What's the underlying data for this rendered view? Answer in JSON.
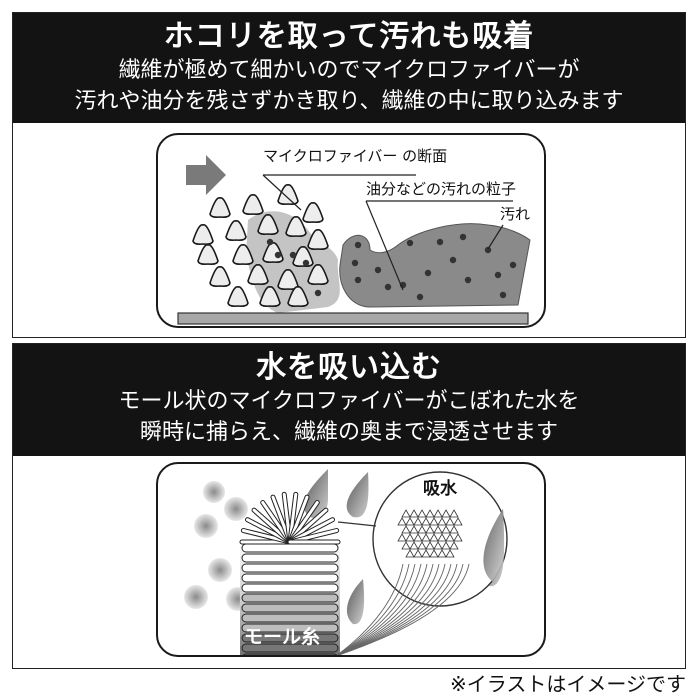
{
  "section1": {
    "title": "ホコリを取って汚れも吸着",
    "subtitle_line1": "繊維が極めて細かいのでマイクロファイバーが",
    "subtitle_line2": "汚れや油分を残さずかき取り、繊維の中に取り込みます",
    "illustration": {
      "label_fiber_cross_section": "マイクロファイバー の断面",
      "label_oil_particles": "油分などの汚れの粒子",
      "label_dirt": "汚れ",
      "arrow_icon": "right-arrow-icon"
    }
  },
  "section2": {
    "title": "水を吸い込む",
    "subtitle_line1": "モール状のマイクロファイバーがこぼれた水を",
    "subtitle_line2": "瞬時に捕らえ、繊維の奥まで浸透させます",
    "illustration": {
      "label_absorb": "吸水",
      "label_chenille_yarn": "モール糸"
    }
  },
  "footer_note": "※イラストはイメージです",
  "colors": {
    "header_bg": "#131313",
    "header_text": "#ffffff",
    "dirt_gray": "#8a8a8a",
    "fiber_fill": "#ededed",
    "base_gray": "#a8a8a8"
  }
}
